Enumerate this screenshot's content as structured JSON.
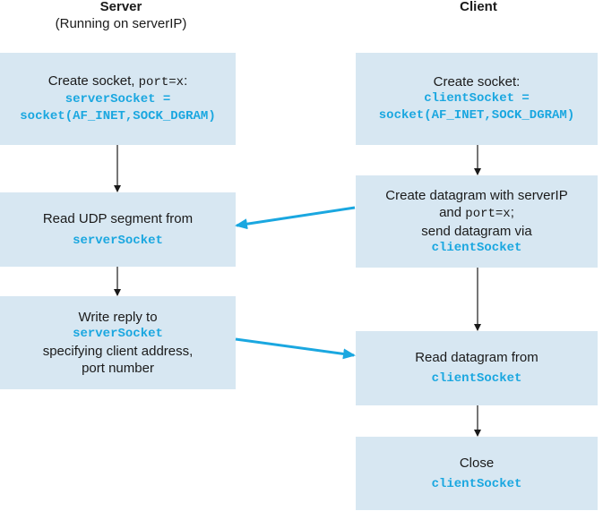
{
  "server": {
    "title": "Server",
    "subtitle": "(Running on serverIP)",
    "create_socket": {
      "label": "Create  socket, ",
      "port": "port=x",
      "colon": ":",
      "code1": "serverSocket =",
      "code2": "socket(AF_INET,SOCK_DGRAM)"
    },
    "read_segment": {
      "label": "Read UDP segment from",
      "code": "serverSocket"
    },
    "write_reply": {
      "line1": "Write reply to",
      "code": "serverSocket",
      "line2": "specifying client address,",
      "line3": "port number"
    }
  },
  "client": {
    "title": "Client",
    "create_socket": {
      "label": "Create socket:",
      "code1": "clientSocket =",
      "code2": "socket(AF_INET,SOCK_DGRAM)"
    },
    "create_datagram": {
      "line1": "Create datagram with serverIP",
      "line2_prefix": "and ",
      "line2_port": "port=x",
      "line2_suffix": ";",
      "line3": "send datagram via",
      "code": "clientSocket"
    },
    "read_datagram": {
      "label": "Read datagram from",
      "code": "clientSocket"
    },
    "close": {
      "label": "Close",
      "code": "clientSocket"
    }
  },
  "colors": {
    "box_fill": "#d7e7f2",
    "code_text": "#1aa7e0",
    "network_arrow": "#1aa7e0",
    "flow_arrow": "#1a1a1a"
  }
}
